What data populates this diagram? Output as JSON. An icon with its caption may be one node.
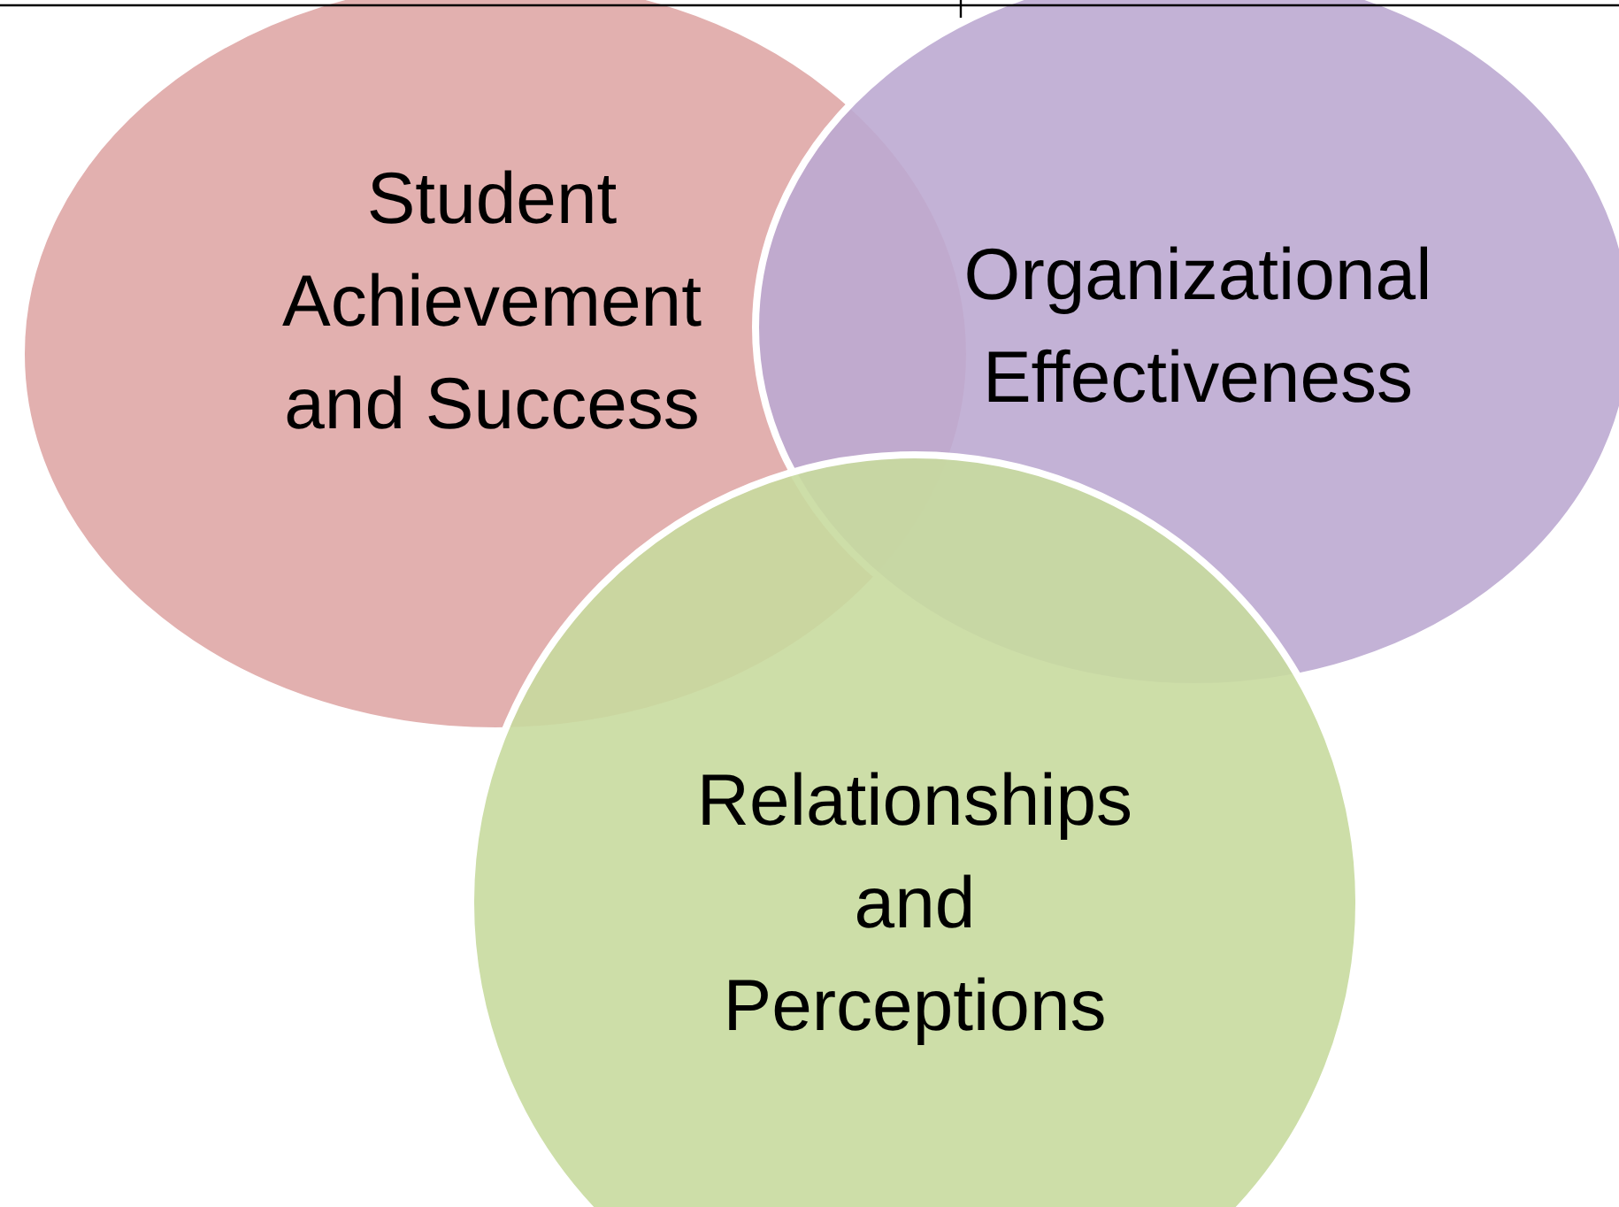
{
  "diagram": {
    "nodes": [
      {
        "text": [
          "Student Achievement and Success"
        ]
      },
      {
        "text": [
          "Organizational Effectiveness"
        ]
      },
      {
        "text": [
          "Relationships and Perceptions"
        ]
      }
    ]
  }
}
